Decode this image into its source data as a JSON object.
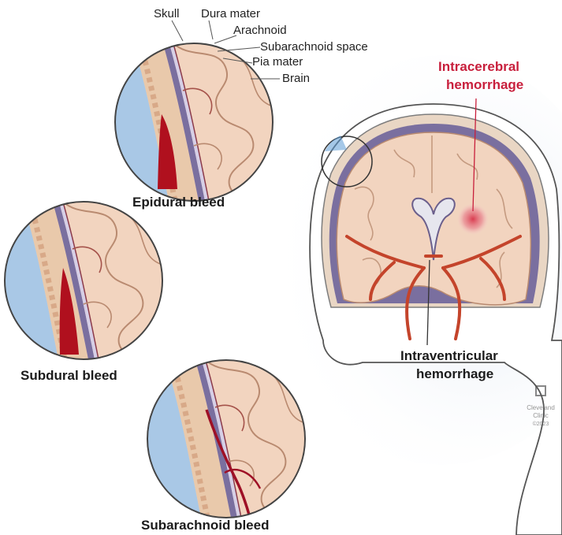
{
  "labels": {
    "skull": "Skull",
    "dura": "Dura mater",
    "arachnoid": "Arachnoid",
    "subarachnoid_space": "Subarachnoid space",
    "pia": "Pia mater",
    "brain": "Brain"
  },
  "bleeds": {
    "epidural": "Epidural bleed",
    "subdural": "Subdural bleed",
    "subarachnoid": "Subarachnoid bleed"
  },
  "hemorrhage": {
    "intracerebral": [
      "Intracerebral",
      "hemorrhage"
    ],
    "intraventricular": [
      "Intraventricular",
      "hemorrhage"
    ]
  },
  "watermark": [
    "Cleveland",
    "Clinic",
    "©2023"
  ],
  "colors": {
    "skull_bone": "#e9c9ab",
    "dura": "#7a6f9f",
    "brain": "#f2d4bf",
    "blood": "#b0101e",
    "vessel": "#c4442b",
    "scalp_blue": "#a9c8e6",
    "label_red": "#c81f3c"
  }
}
